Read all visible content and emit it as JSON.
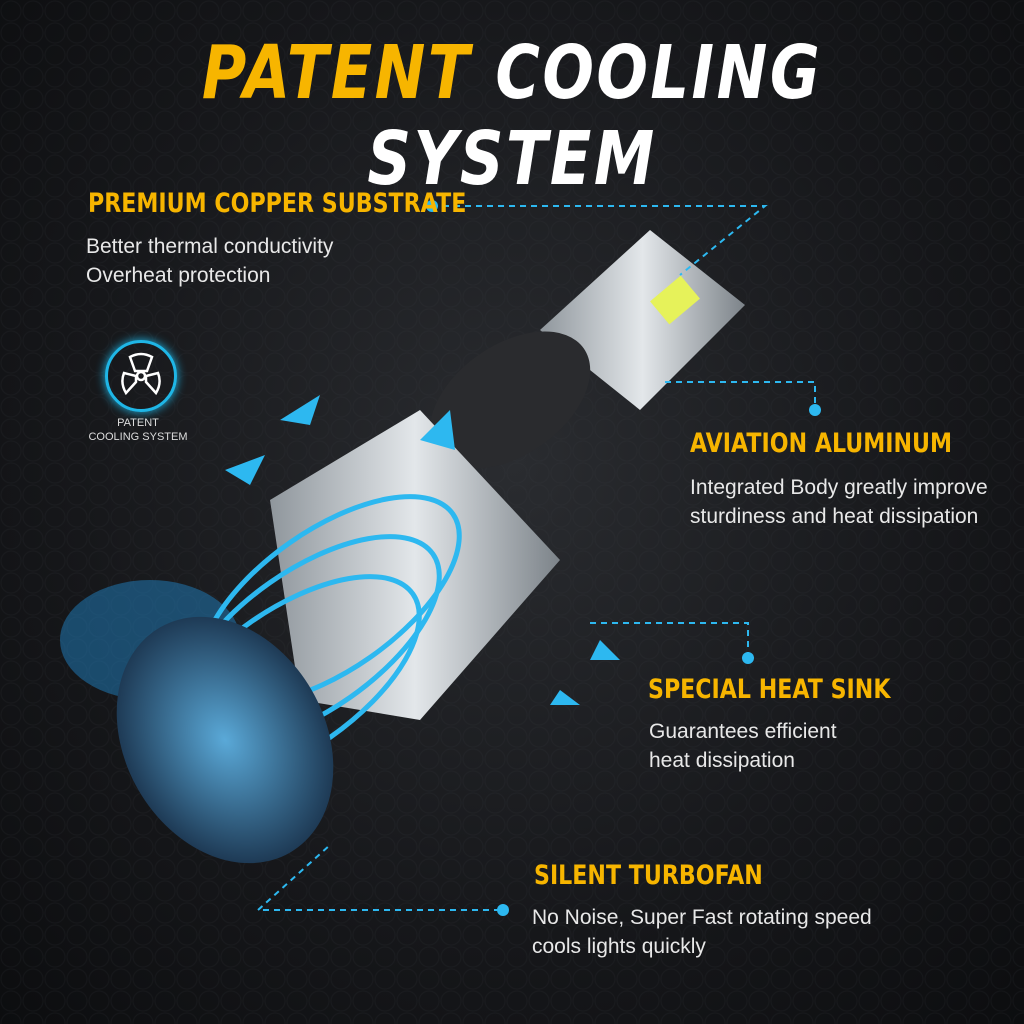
{
  "title": {
    "part1": "PATENT",
    "part2": "COOLING",
    "part3": "SYSTEM"
  },
  "badge": {
    "icon": "fan-icon",
    "line1": "PATENT",
    "line2": "COOLING SYSTEM"
  },
  "features": [
    {
      "heading": "PREMIUM COPPER SUBSTRATE",
      "lines": [
        "Better thermal conductivity",
        "Overheat protection"
      ]
    },
    {
      "heading": "AVIATION ALUMINUM",
      "lines": [
        "Integrated Body greatly improve",
        "sturdiness and heat dissipation"
      ]
    },
    {
      "heading": "SPECIAL HEAT SINK",
      "lines": [
        "Guarantees efficient",
        "heat dissipation"
      ]
    },
    {
      "heading": "SILENT TURBOFAN",
      "lines": [
        "No Noise, Super Fast rotating speed",
        "cools lights quickly"
      ]
    }
  ],
  "colors": {
    "accent": "#f7b500",
    "cyan": "#1fb6e6"
  }
}
